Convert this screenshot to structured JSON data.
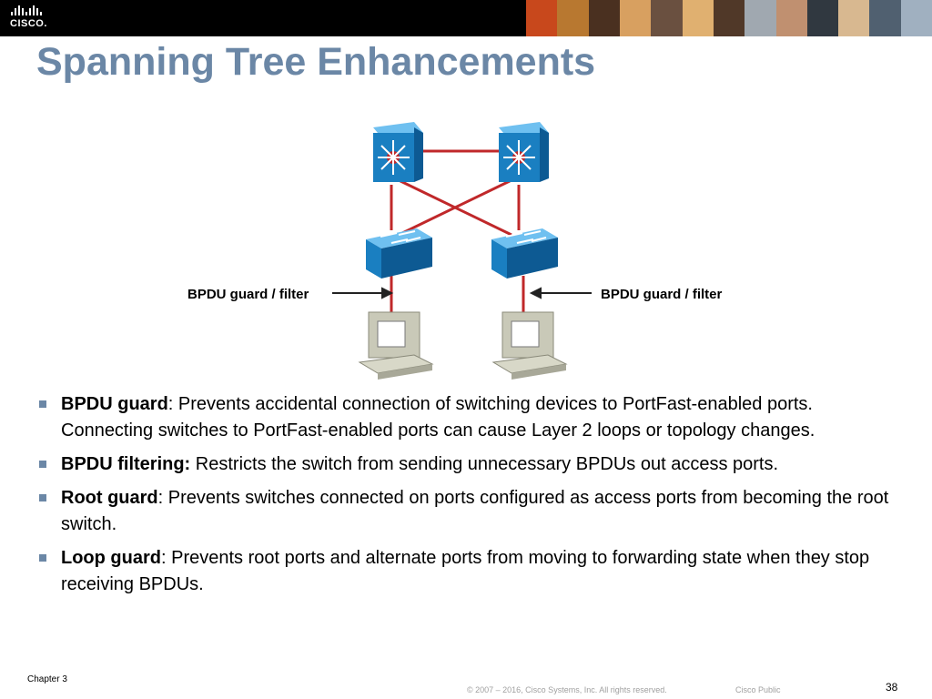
{
  "header": {
    "logo_text": "CISCO.",
    "photo_colors": [
      "#c8481c",
      "#b87830",
      "#4a3020",
      "#d8a060",
      "#6a5040",
      "#e0b070",
      "#503828",
      "#a0a8b0",
      "#c09070",
      "#303840",
      "#d8b890",
      "#506070",
      "#a0b0c0"
    ]
  },
  "slide": {
    "title": "Spanning Tree Enhancements"
  },
  "diagram": {
    "label_left": "BPDU guard / filter",
    "label_right": "BPDU guard / filter",
    "colors": {
      "switch_blue": "#1a7fc1",
      "link_red": "#c0282a"
    }
  },
  "bullets": [
    {
      "term": "BPDU guard",
      "sep": ": ",
      "text": "Prevents accidental connection of switching devices to PortFast-enabled ports. Connecting switches to PortFast-enabled ports can cause Layer 2 loops or topology changes."
    },
    {
      "term": "BPDU filtering:",
      "sep": " ",
      "text": "Restricts the switch from sending unnecessary BPDUs out access ports."
    },
    {
      "term": "Root guard",
      "sep": ": ",
      "text": "Prevents switches connected on ports configured as access ports from becoming the root switch."
    },
    {
      "term": "Loop guard",
      "sep": ": ",
      "text": "Prevents root ports and alternate ports from moving to forwarding state when they stop receiving BPDUs."
    }
  ],
  "footer": {
    "chapter": "Chapter 3",
    "copyright": "© 2007 – 2016, Cisco Systems, Inc. All rights reserved.",
    "classification": "Cisco Public",
    "page_number": "38"
  }
}
